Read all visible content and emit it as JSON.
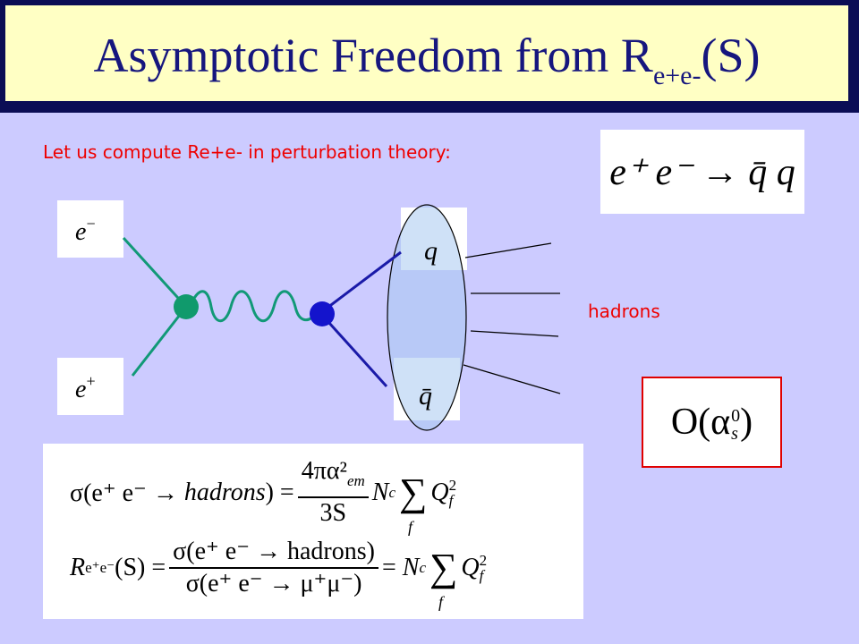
{
  "slide": {
    "title_main": "Asymptotic Freedom from R",
    "title_sub": "e+e-",
    "title_tail": "(S)",
    "subtitle": "Let us compute Re+e- in perturbation theory:",
    "hadrons_label": "hadrons"
  },
  "diagram": {
    "electron_label": "e",
    "electron_charge": "−",
    "positron_label": "e",
    "positron_charge": "+",
    "quark_label": "q",
    "antiquark_label": "q̄"
  },
  "process": {
    "text": "e⁺ e⁻ → q̄ q"
  },
  "order": {
    "text_prefix": "O(α",
    "text_sup": "0",
    "text_sub": "s",
    "text_suffix": ")"
  },
  "formulas": {
    "sigma_lhs": "σ(e⁺ e⁻ →",
    "hadrons_word": "hadrons",
    "close_eq": ") =",
    "sigma_num": "4πα²",
    "sigma_num_sub": "em",
    "sigma_den": "3S",
    "nc": "N",
    "nc_sub": "c",
    "q": "Q",
    "q_sup": "2",
    "q_sub": "f",
    "sum": "∑",
    "sum_index": "f",
    "r_lhs": "R",
    "r_sub": "e⁺e⁻",
    "r_arg": "(S) =",
    "r_num": "σ(e⁺ e⁻ → hadrons)",
    "r_den": "σ(e⁺ e⁻ → μ⁺μ⁻)",
    "r_eq": "="
  }
}
